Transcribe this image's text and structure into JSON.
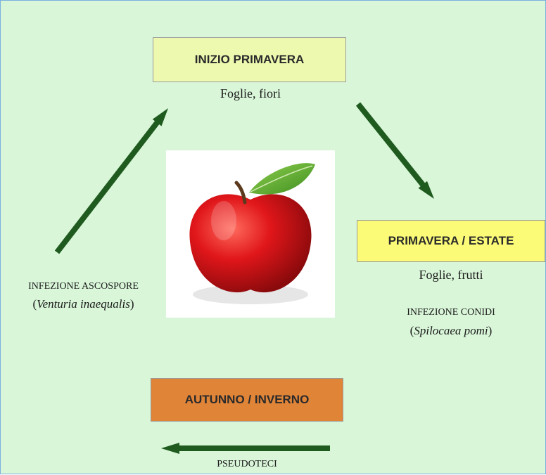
{
  "stages": {
    "spring_start": {
      "label": "INIZIO PRIMAVERA",
      "organs": "Foglie, fiori"
    },
    "spring_summer": {
      "label": "PRIMAVERA / ESTATE",
      "organs": "Foglie, frutti"
    },
    "autumn_winter": {
      "label": "AUTUNNO / INVERNO"
    }
  },
  "infections": {
    "ascospore": {
      "title": "INFEZIONE ASCOSPORE",
      "species": "Venturia inaequalis"
    },
    "conidi": {
      "title": "INFEZIONE CONIDI",
      "species": "Spilocaea pomi"
    }
  },
  "bottom_label": "PSEUDOTECI",
  "colors": {
    "background": "#d9f6d9",
    "box_spring_start": "#eef9b0",
    "box_spring_summer": "#fbfb78",
    "box_autumn_winter": "#e08438",
    "arrow": "#1f5a1f"
  },
  "icons": {
    "center_image": "red-apple-with-leaf",
    "arrows": "dark-green-arrow"
  }
}
